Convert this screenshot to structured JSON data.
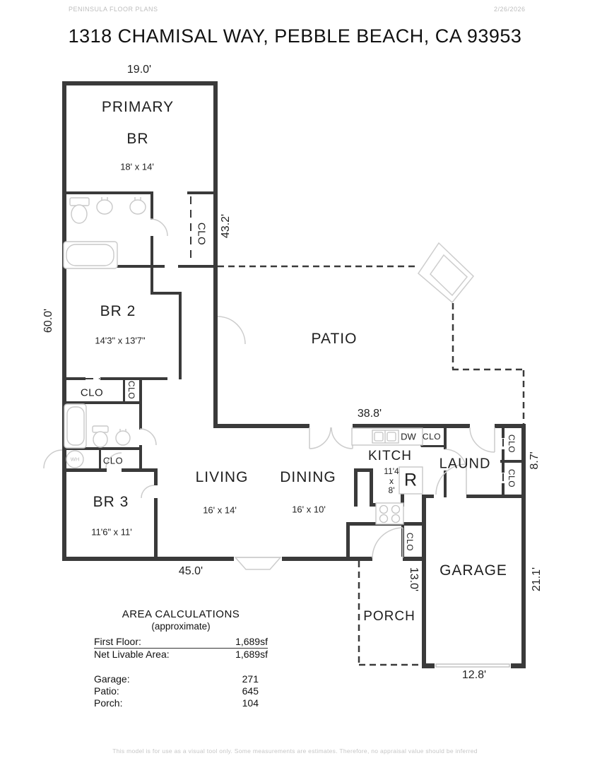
{
  "header": {
    "company": "PENINSULA FLOOR PLANS",
    "date": "2/26/2026"
  },
  "title": "1318 CHAMISAL WAY, PEBBLE BEACH, CA  93953",
  "rooms": {
    "primary_br": {
      "name_line1": "PRIMARY",
      "name_line2": "BR",
      "dims": "18' x 14'"
    },
    "br2": {
      "name": "BR 2",
      "dims": "14'3\" x 13'7\""
    },
    "br3": {
      "name": "BR 3",
      "dims": "11'6\" x 11'"
    },
    "living": {
      "name": "LIVING",
      "dims": "16' x 14'"
    },
    "dining": {
      "name": "DINING",
      "dims": "16' x 10'"
    },
    "kitchen": {
      "name": "KITCH",
      "dims_line1": "11'4",
      "dims_line2": "x",
      "dims_line3": "8'"
    },
    "laundry": {
      "name": "LAUND"
    },
    "garage": {
      "name": "GARAGE"
    },
    "patio": {
      "name": "PATIO"
    },
    "porch": {
      "name": "PORCH"
    }
  },
  "labels": {
    "closet": "CLO",
    "dishwasher": "DW",
    "refrigerator": "R",
    "water_heater": "WH"
  },
  "dimensions": {
    "primary_width": "19.0'",
    "upper_right_height": "43.2'",
    "left_height": "60.0'",
    "patio_width": "38.8'",
    "laundry_height": "8.7'",
    "lower_width": "45.0'",
    "porch_height": "13.0'",
    "garage_height": "21.1'",
    "garage_width": "12.8'"
  },
  "area_calculations": {
    "title": "AREA CALCULATIONS",
    "subtitle": "(approximate)",
    "rows": [
      {
        "label": "First  Floor:",
        "value": "1,689sf"
      },
      {
        "label": "Net Livable Area:",
        "value": "1,689sf"
      }
    ],
    "extra_rows": [
      {
        "label": "Garage:",
        "value": "271"
      },
      {
        "label": "Patio:",
        "value": "645"
      },
      {
        "label": "Porch:",
        "value": "104"
      }
    ]
  },
  "footer": "This model is for use as a visual tool only. Some measurements are estimates. Therefore, no appraisal value should be inferred"
}
